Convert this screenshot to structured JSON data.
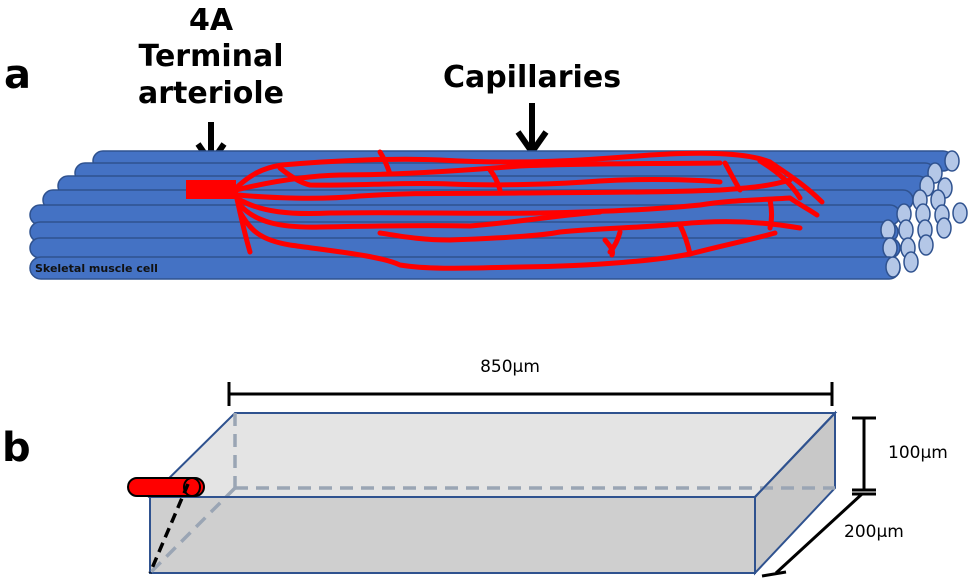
{
  "panel_a": {
    "letter": "a",
    "arteriole_label": [
      "4A",
      "Terminal",
      "arteriole"
    ],
    "capillaries_label": "Capillaries",
    "cell_label": "Skeletal muscle cell"
  },
  "panel_b": {
    "letter": "b",
    "length_label": "850μm",
    "height_label": "100μm",
    "depth_label": "200μm"
  },
  "colors": {
    "muscle": "#4472c4",
    "muscle_end": "#b4c7e7",
    "capillary": "#ff0000",
    "box": "#d0d0d0",
    "box_edge": "#2f528f"
  }
}
